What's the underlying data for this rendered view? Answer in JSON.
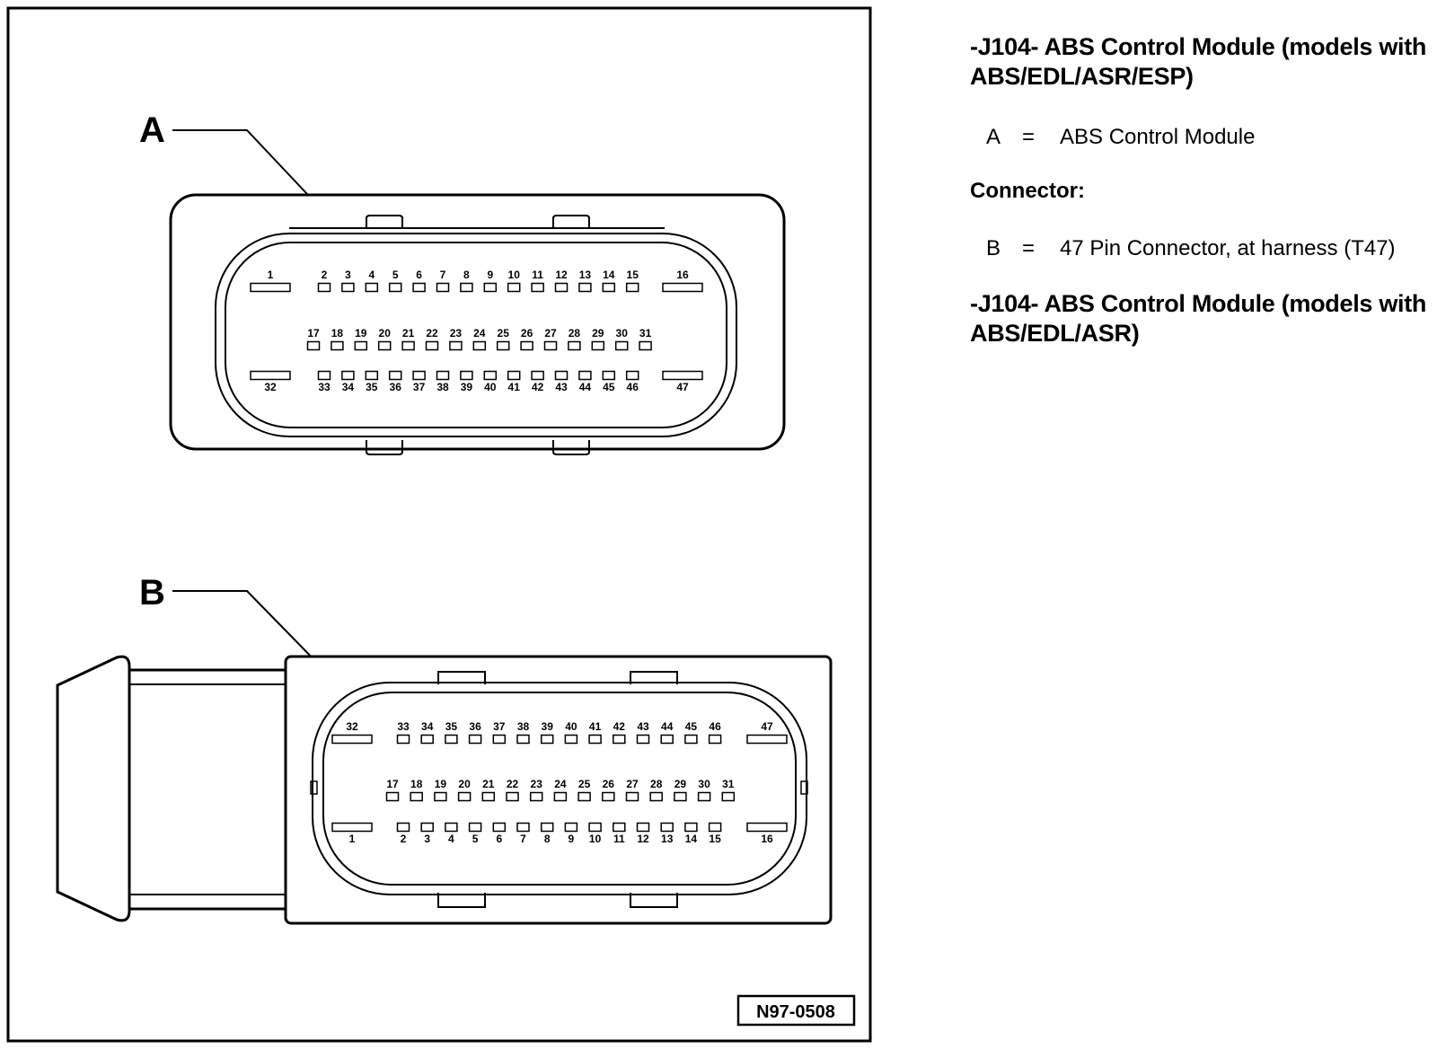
{
  "figure": {
    "callouts": {
      "a": "A",
      "b": "B"
    },
    "reference_code": "N97-0508"
  },
  "connector_a": {
    "rows": [
      [
        "1",
        "2",
        "3",
        "4",
        "5",
        "6",
        "7",
        "8",
        "9",
        "10",
        "11",
        "12",
        "13",
        "14",
        "15",
        "16"
      ],
      [
        "17",
        "18",
        "19",
        "20",
        "21",
        "22",
        "23",
        "24",
        "25",
        "26",
        "27",
        "28",
        "29",
        "30",
        "31"
      ],
      [
        "32",
        "33",
        "34",
        "35",
        "36",
        "37",
        "38",
        "39",
        "40",
        "41",
        "42",
        "43",
        "44",
        "45",
        "46",
        "47"
      ]
    ]
  },
  "connector_b": {
    "rows": [
      [
        "32",
        "33",
        "34",
        "35",
        "36",
        "37",
        "38",
        "39",
        "40",
        "41",
        "42",
        "43",
        "44",
        "45",
        "46",
        "47"
      ],
      [
        "17",
        "18",
        "19",
        "20",
        "21",
        "22",
        "23",
        "24",
        "25",
        "26",
        "27",
        "28",
        "29",
        "30",
        "31"
      ],
      [
        "1",
        "2",
        "3",
        "4",
        "5",
        "6",
        "7",
        "8",
        "9",
        "10",
        "11",
        "12",
        "13",
        "14",
        "15",
        "16"
      ]
    ]
  },
  "legend": {
    "heading_1": "-J104- ABS Control Module (models with ABS/EDL/ASR/ESP)",
    "item_a": {
      "key": "A",
      "eq": "=",
      "text": "ABS Control Module"
    },
    "connector_heading": "Connector:",
    "item_b": {
      "key": "B",
      "eq": "=",
      "text": "47 Pin Connector, at harness (T47)"
    },
    "heading_2": "-J104- ABS Control Module (models with ABS/EDL/ASR)"
  }
}
